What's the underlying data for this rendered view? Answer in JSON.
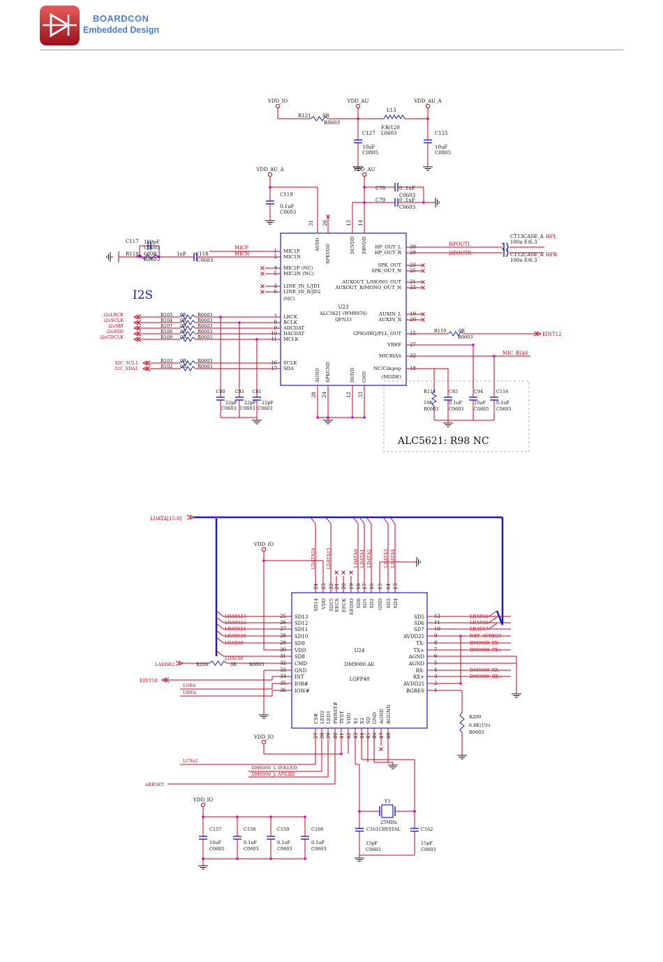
{
  "header": {
    "brand_line1": "BOARDCON",
    "brand_line2": "Embedded Design"
  },
  "colors": {
    "wire": "#c8001e",
    "net": "#c8001e",
    "part": "#1a1acc",
    "junction": "#d400d4",
    "text": "#111111",
    "bus": "#1a1acc",
    "brand": "#4b7fd1"
  },
  "top_power": {
    "vdd_io": "VDD_IO",
    "vdd_au": "VDD_AU",
    "vdd_au_a": "VDD_AU_A",
    "r121": "R121",
    "r121_val": "0R",
    "r121_pkg": "R0603",
    "l13": "L13",
    "l13_val": "F.B/120",
    "l13_pkg": "L0603",
    "c127": "C127",
    "c127_val": "10uF",
    "c127_pkg": "C0805",
    "c125": "C125",
    "c125_val": "10uF",
    "c125_pkg": "C0805"
  },
  "u23": {
    "ref": "U23",
    "part": "ALC5621 (WM8976)",
    "pkg": "QFN33",
    "vdd_au_a": "VDD_AU_A",
    "vdd_au": "VDD_AU",
    "c119": "C119",
    "c119_val": "0.1uF",
    "c119_pkg": "C0603",
    "c78": "C78",
    "c78_val": "0 .1uF",
    "c78_pkg": "C0603",
    "c79": "C79",
    "c79_val": "0 .1uF",
    "c79_pkg": "C0603",
    "c117": "C117",
    "c117_val": "100pF",
    "c117_pkg": "C0603",
    "r118": "R118",
    "r118_val": "680R",
    "r118_pkg": "R0603",
    "c118_val": "1uF",
    "c118": "C118",
    "c118_pkg": "C0603",
    "ct13": "CT13CASE_A",
    "ct13_val": "100u F/6.3",
    "ct12": "CT12CASE_A",
    "ct12_val": "100u F/6.3",
    "hpl": "HPL",
    "hpr": "HPR",
    "i2s_label": "I2S",
    "left_pins": [
      {
        "num": "1",
        "name": "MIC1P"
      },
      {
        "num": "2",
        "name": "MIC1N"
      },
      {
        "num": "4",
        "name": "MIC2P (NC)"
      },
      {
        "num": "5",
        "name": "MIC2N (NC)"
      },
      {
        "num": "3",
        "name": "LINE_IN_L/JD1"
      },
      {
        "num": "6",
        "name": "LINE_IN_R/JD2"
      },
      {
        "num": "7",
        "name": "LRCK"
      },
      {
        "num": "8",
        "name": "BCLK"
      },
      {
        "num": "9",
        "name": "ADCDAT"
      },
      {
        "num": "10",
        "name": "DACDAT"
      },
      {
        "num": "11",
        "name": "MCLK"
      },
      {
        "num": "16",
        "name": "SCLK"
      },
      {
        "num": "17",
        "name": "SDA"
      }
    ],
    "nc_note": "(NC)",
    "right_pins": [
      {
        "num": "30",
        "name": "HP_OUT_L"
      },
      {
        "num": "29",
        "name": "HP_OUT_R"
      },
      {
        "num": "23",
        "name": "SPK_OUT"
      },
      {
        "num": "25",
        "name": "SPK_OUT_N"
      },
      {
        "num": "21",
        "name": "AUXOUT_L/MONO_OUT"
      },
      {
        "num": "22",
        "name": "AUXOUT_R/MONO_OUT_N"
      },
      {
        "num": "19",
        "name": "AUXIN_L"
      },
      {
        "num": "20",
        "name": "AUXIN_R"
      },
      {
        "num": "15",
        "name": "GPIO/IRQ/PLL_OUT"
      },
      {
        "num": "27",
        "name": "VREF"
      },
      {
        "num": "32",
        "name": "MICBIAS"
      },
      {
        "num": "18",
        "name": "NC/Cdepop"
      }
    ],
    "mode_note": "(MODE)",
    "top_pins": [
      {
        "num": "31",
        "name": "AVDD"
      },
      {
        "num": "26",
        "name": "SPKVDD"
      },
      {
        "num": "13",
        "name": "DCVDD"
      },
      {
        "num": "14",
        "name": "DBVDD"
      }
    ],
    "bottom_pins": [
      {
        "num": "28",
        "name": "AGND"
      },
      {
        "num": "24",
        "name": "SPKGND"
      },
      {
        "num": "12",
        "name": "DGND"
      },
      {
        "num": "33",
        "name": "GND"
      }
    ],
    "nets": {
      "micp": "MICP",
      "micn": "MICN",
      "hpoutl": "HPOUTL",
      "hpoutr": "HPOUTR",
      "eint12": "EINT12",
      "mic_bias": "MIC_BIAS"
    },
    "i2s_nets": [
      {
        "net": "i2sLRCK",
        "ref": "R105",
        "val": "0R",
        "pkg": "R0603"
      },
      {
        "net": "i2sSCLK",
        "ref": "R104",
        "val": "0R",
        "pkg": "R0603"
      },
      {
        "net": "i2sSDI",
        "ref": "R107",
        "val": "0R",
        "pkg": "R0603"
      },
      {
        "net": "i2sSDO",
        "ref": "R106",
        "val": "0R",
        "pkg": "R0603"
      },
      {
        "net": "i2sCDCLK",
        "ref": "R109",
        "val": "0R",
        "pkg": "R0603"
      }
    ],
    "i2c_nets": [
      {
        "net": "I2C_SCL1",
        "ref": "R103",
        "val": "0R",
        "pkg": "R0603"
      },
      {
        "net": "I2C_SDA1",
        "ref": "R102",
        "val": "0R",
        "pkg": "R0603"
      }
    ],
    "r119": "R119",
    "r119_val": "0R",
    "r119_pkg": "R0603",
    "bottom_caps": [
      {
        "ref": "C80",
        "val": "22pF",
        "pkg": "C0603"
      },
      {
        "ref": "C93",
        "val": "22pF",
        "pkg": "C0603"
      },
      {
        "ref": "C81",
        "val": "22pF",
        "pkg": "C0603"
      }
    ],
    "right_caps": [
      {
        "ref": "R114",
        "val": "10K",
        "pkg": "R0603"
      },
      {
        "ref": "C85",
        "val": "0.1uF",
        "pkg": "C0603"
      },
      {
        "ref": "C94",
        "val": "10uF",
        "pkg": "C0805"
      },
      {
        "ref": "C116",
        "val": "0.1uF",
        "pkg": "C0603"
      }
    ],
    "note": "ALC5621: R98 NC"
  },
  "u24": {
    "ref": "U24",
    "part": "DM9000 AE",
    "pkg": "LQFP48",
    "bus": "LDATA[15:0]",
    "vdd_io": "VDD_IO",
    "top_nets": [
      "LDATA14",
      "LDATA15",
      "LDATA0",
      "LDATA1",
      "LDATA2",
      "LDATA3",
      "LDATA4"
    ],
    "top_pins": [
      {
        "num": "24",
        "name": "SD14"
      },
      {
        "num": "23",
        "name": "VDD"
      },
      {
        "num": "22",
        "name": "SD15"
      },
      {
        "num": "21",
        "name": "EECS"
      },
      {
        "num": "20",
        "name": "EECK"
      },
      {
        "num": "19",
        "name": "EEDIO"
      },
      {
        "num": "18",
        "name": "SD0"
      },
      {
        "num": "17",
        "name": "SD1"
      },
      {
        "num": "16",
        "name": "SD2"
      },
      {
        "num": "15",
        "name": "GND"
      },
      {
        "num": "14",
        "name": "SD3"
      },
      {
        "num": "13",
        "name": "SD4"
      }
    ],
    "left_pins": [
      {
        "num": "25",
        "name": "SD13",
        "net": "LDATA13"
      },
      {
        "num": "26",
        "name": "SD12",
        "net": "LDATA12"
      },
      {
        "num": "27",
        "name": "SD11",
        "net": "LDATA11"
      },
      {
        "num": "28",
        "name": "SD10",
        "net": "LDATA10"
      },
      {
        "num": "29",
        "name": "SD9",
        "net": "LDATA9"
      },
      {
        "num": "30",
        "name": "VDD",
        "net": ""
      },
      {
        "num": "31",
        "name": "SD8",
        "net": "LDATA8"
      },
      {
        "num": "32",
        "name": "CMD",
        "net": "LADDR2"
      },
      {
        "num": "33",
        "name": "GND",
        "net": ""
      },
      {
        "num": "34",
        "name": "INT",
        "net": "EINT10"
      },
      {
        "num": "35",
        "name": "IOR#",
        "net": "LOEn"
      },
      {
        "num": "36",
        "name": "IOW#",
        "net": "LWEn"
      }
    ],
    "r200": "R200",
    "r200_val": "0R",
    "r200_pkg": "R0603",
    "right_pins": [
      {
        "num": "12",
        "name": "SD5",
        "net": "LDATA5"
      },
      {
        "num": "11",
        "name": "SD6",
        "net": "LDATA6"
      },
      {
        "num": "10",
        "name": "SD7",
        "net": "LDATA7"
      },
      {
        "num": "9",
        "name": "AVDD25",
        "net": "NET_AVDD25"
      },
      {
        "num": "8",
        "name": "TX-",
        "net": "DM9000_TX"
      },
      {
        "num": "7",
        "name": "TX+",
        "net": "DM9000_TX+"
      },
      {
        "num": "6",
        "name": "AGND",
        "net": ""
      },
      {
        "num": "5",
        "name": "AGND",
        "net": ""
      },
      {
        "num": "4",
        "name": "RX-",
        "net": "DM9000_RX"
      },
      {
        "num": "3",
        "name": "RX+",
        "net": "DM9000_RX+"
      },
      {
        "num": "2",
        "name": "AVDD25",
        "net": ""
      },
      {
        "num": "1",
        "name": "BGRES",
        "net": ""
      }
    ],
    "r209": "R209",
    "r209_val": "6.8K(1%)",
    "r209_pkg": "R0603",
    "bottom_pins": [
      {
        "num": "37",
        "name": "CS#"
      },
      {
        "num": "38",
        "name": "LED2"
      },
      {
        "num": "39",
        "name": "LED1"
      },
      {
        "num": "40",
        "name": "PWRST#"
      },
      {
        "num": "41",
        "name": "TEST"
      },
      {
        "num": "42",
        "name": "VDD"
      },
      {
        "num": "43",
        "name": "X1"
      },
      {
        "num": "44",
        "name": "X2"
      },
      {
        "num": "45",
        "name": "SD"
      },
      {
        "num": "46",
        "name": "GND"
      },
      {
        "num": "47",
        "name": "AGND"
      },
      {
        "num": "48",
        "name": "BGGND"
      }
    ],
    "vdd_io2": "VDD_IO",
    "bottom_nets": {
      "lcs": "LCSn1",
      "link": "DM9000_L INKLED",
      "lan": "DM9000_L ANLED",
      "reset": "nRESET"
    },
    "y3": "Y3",
    "y3_val": "25MHz",
    "c161": "C161CRYSTAL",
    "c162": "C162",
    "xtal_caps": [
      {
        "val": "15pF",
        "pkg": "C0603"
      },
      {
        "val": "15pF",
        "pkg": "C0603"
      }
    ],
    "vdd_io3": "VDD_IO",
    "decaps": [
      {
        "ref": "C157",
        "val": "10uF",
        "pkg": "C0805"
      },
      {
        "ref": "C158",
        "val": "0.1uF",
        "pkg": "C0603"
      },
      {
        "ref": "C159",
        "val": "0.1uF",
        "pkg": "C0603"
      },
      {
        "ref": "C160",
        "val": "0.1uF",
        "pkg": "C0603"
      }
    ]
  }
}
